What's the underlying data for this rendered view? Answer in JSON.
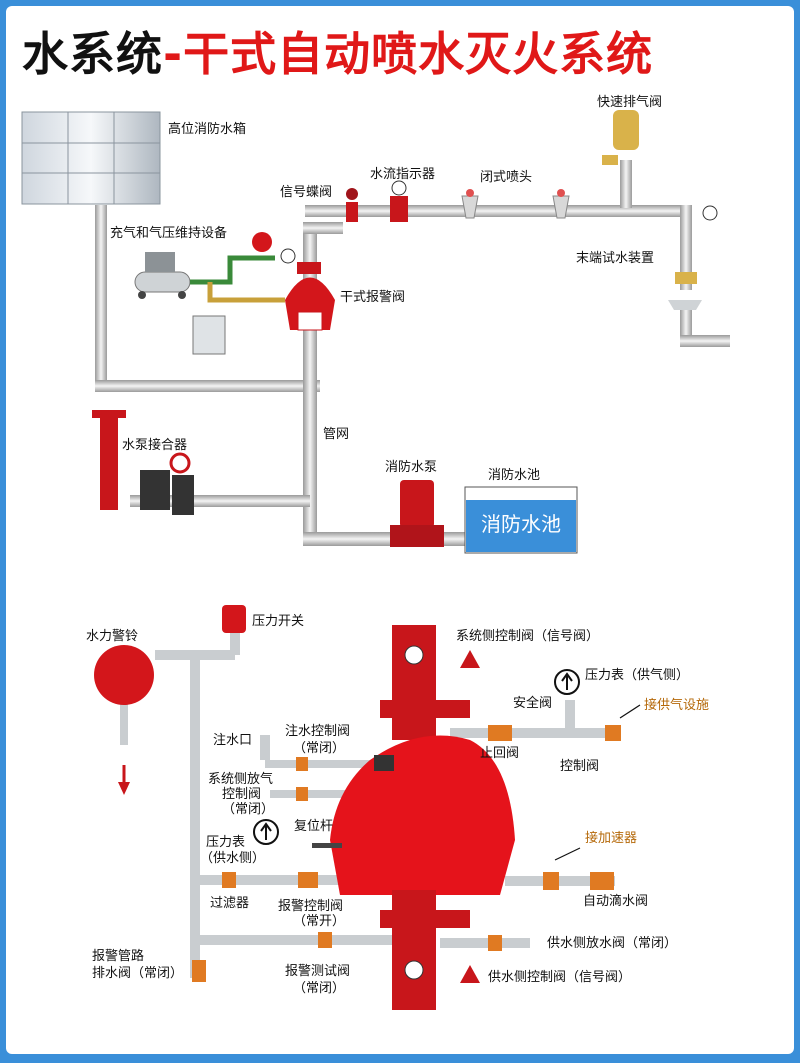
{
  "title": {
    "part1": "水系统",
    "part2": "-干式自动喷水灭火系统"
  },
  "top": {
    "high_tank": "高位消防水箱",
    "quick_vent": "快速排气阀",
    "signal_valve": "信号蝶阀",
    "flow_indicator": "水流指示器",
    "closed_sprinkler": "闭式喷头",
    "air_equipment": "充气和气压维持设备",
    "end_test": "末端试水装置",
    "dry_alarm_valve": "干式报警阀",
    "pump_adapter": "水泵接合器",
    "pipe_network": "管网",
    "fire_pump": "消防水泵",
    "pool_label": "消防水池",
    "pool_text": "消防水池"
  },
  "bottom": {
    "alarm_bell": "水力警铃",
    "pressure_switch": "压力开关",
    "sys_control_valve": "系统侧控制阀（信号阀）",
    "gauge_air": "压力表（供气侧）",
    "safety_valve": "安全阀",
    "air_supply": "接供气设施",
    "fill_port": "注水口",
    "fill_valve": "注水控制阀",
    "normally_closed": "（常闭）",
    "sys_drain_1": "系统侧放气",
    "sys_drain_2": "控制阀",
    "sys_drain_3": "（常闭）",
    "check_valve": "止回阀",
    "control_valve": "控制阀",
    "gauge_supply_1": "压力表",
    "gauge_supply_2": "（供水侧）",
    "reset_lever": "复位杆",
    "accelerator": "接加速器",
    "filter": "过滤器",
    "alarm_ctrl_1": "报警控制阀",
    "alarm_ctrl_2": "（常开）",
    "auto_drip": "自动滴水阀",
    "supply_drain": "供水侧放水阀（常闭）",
    "alarm_drain_1": "报警管路",
    "alarm_drain_2": "排水阀（常闭）",
    "alarm_test_1": "报警测试阀",
    "alarm_test_2": "（常闭）",
    "supply_control": "供水侧控制阀（信号阀）"
  }
}
